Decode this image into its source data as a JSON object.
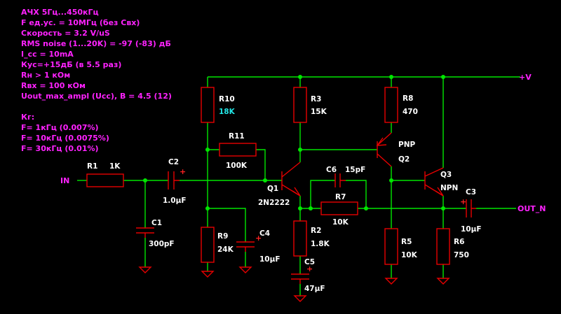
{
  "specs": [
    "АЧХ 5Гц...450кГц",
    "F ед.ус. = 10МГц (без Свх)",
    "Скорость = 3.2 V/uS",
    "RMS noise (1...20K) = -97 (-83) дБ",
    "I_cc = 10mA",
    "Кус=+15дБ (в 5.5 раз)",
    "Rн > 1 кОм",
    "Rвх = 100 кОм",
    "Uout_max_ampl (Ucc), B = 4.5 (12)",
    "",
    "Кг:",
    "F= 1кГц (0.007%)",
    "F= 10кГц (0.0075%)",
    "F= 30кГц (0.01%)"
  ],
  "nets": {
    "input": "IN",
    "output": "OUT_N",
    "supply": "+V"
  },
  "components": {
    "R1": {
      "ref": "R1",
      "value": "1K"
    },
    "R2": {
      "ref": "R2",
      "value": "1.8K"
    },
    "R3": {
      "ref": "R3",
      "value": "15K"
    },
    "R5": {
      "ref": "R5",
      "value": "10K"
    },
    "R6": {
      "ref": "R6",
      "value": "750"
    },
    "R7": {
      "ref": "R7",
      "value": "10K"
    },
    "R8": {
      "ref": "R8",
      "value": "470"
    },
    "R9": {
      "ref": "R9",
      "value": "24K"
    },
    "R10": {
      "ref": "R10",
      "value": "18K"
    },
    "R11": {
      "ref": "R11",
      "value": "100K"
    },
    "C1": {
      "ref": "C1",
      "value": "300pF"
    },
    "C2": {
      "ref": "C2",
      "value": "1.0µF"
    },
    "C3": {
      "ref": "C3",
      "value": "10µF"
    },
    "C4": {
      "ref": "C4",
      "value": "10µF"
    },
    "C5": {
      "ref": "C5",
      "value": "47µF"
    },
    "C6": {
      "ref": "C6",
      "value": "15pF"
    },
    "Q1": {
      "ref": "Q1",
      "value": "2N2222"
    },
    "Q2": {
      "ref": "Q2",
      "type": "PNP"
    },
    "Q3": {
      "ref": "Q3",
      "type": "NPN"
    }
  },
  "colors": {
    "wire": "#00e600",
    "component": "#e60000",
    "label": "#ffffff",
    "value": "#22e6e6",
    "annotation": "#ff22ff"
  }
}
